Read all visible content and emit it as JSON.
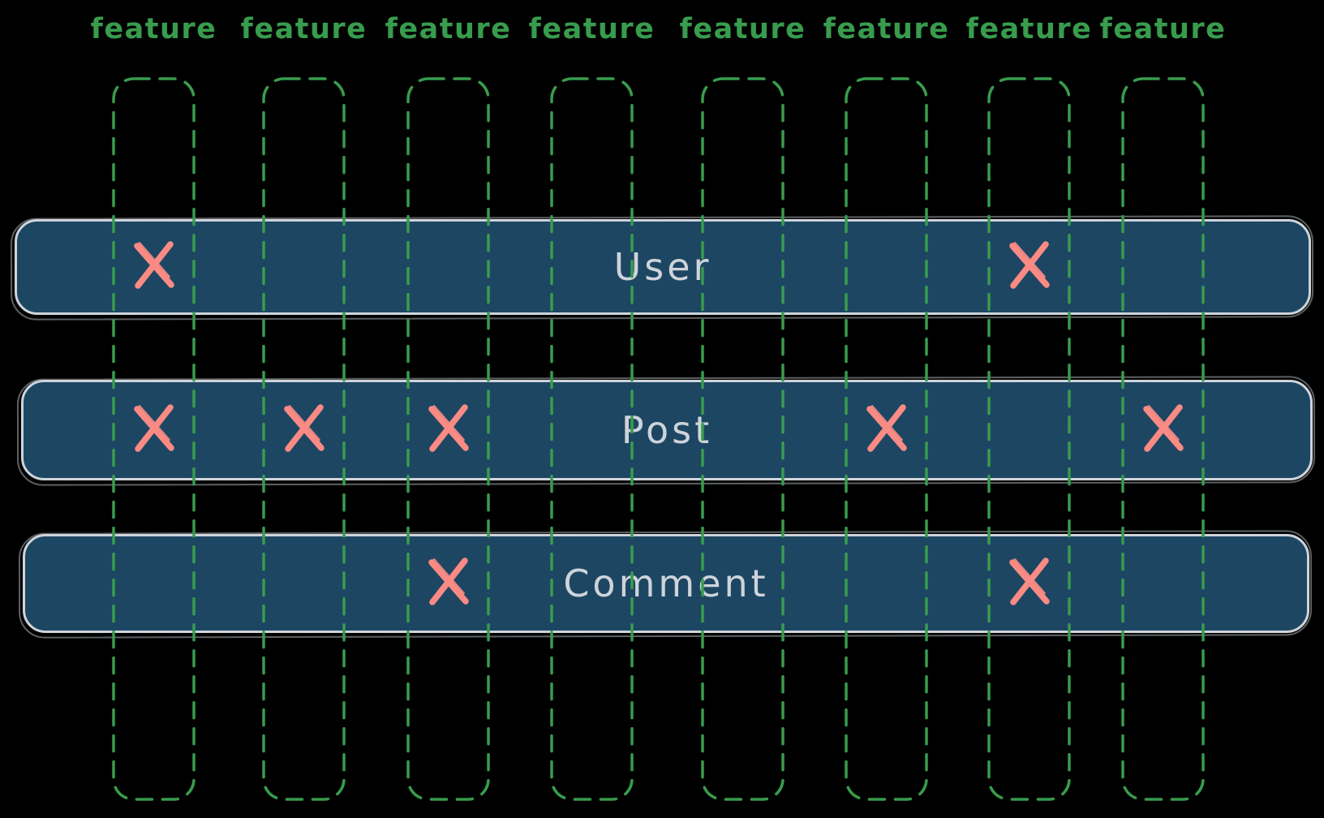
{
  "colors": {
    "background": "#000000",
    "green": "#389c4d",
    "row_fill": "#1d4663",
    "row_border": "#ced4da",
    "row_text": "#ced4da",
    "x_mark": "#f98b84"
  },
  "features": [
    "feature",
    "feature",
    "feature",
    "feature",
    "feature",
    "feature",
    "feature",
    "feature"
  ],
  "rows": [
    {
      "label": "User",
      "marked_features": [
        0,
        6
      ]
    },
    {
      "label": "Post",
      "marked_features": [
        0,
        1,
        2,
        5,
        7
      ]
    },
    {
      "label": "Comment",
      "marked_features": [
        2,
        6
      ]
    }
  ]
}
